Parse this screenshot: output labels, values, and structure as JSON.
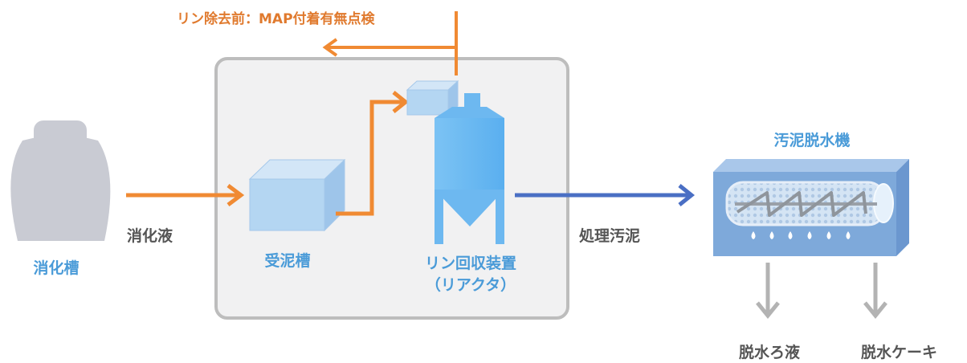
{
  "title": "",
  "nodes": {
    "digester": "消化槽",
    "receiving_tank": "受泥槽",
    "recovery_device": "リン回収装置",
    "recovery_device_sub": "（リアクタ）",
    "dewatering_machine": "汚泥脱水機"
  },
  "flows": {
    "digested_liquid": "消化液",
    "treated_sludge": "処理汚泥",
    "filtrate": "脱水ろ液",
    "cake": "脱水ケーキ"
  },
  "annotation": "リン除去前：MAP付着有無点検",
  "colors": {
    "flow_orange": "#F08A33",
    "flow_blue": "#4A6FC4",
    "flow_gray": "#B3B3B3",
    "text_blue": "#4A9BD8",
    "annotation_orange": "#E07A2E",
    "tank_gray": "#C9CBD3",
    "box_light_blue": "#B4D6F2",
    "reactor_blue": "#6DB8F0",
    "machine_blue": "#7EA9DA",
    "system_bg": "#F1F1F2",
    "system_border": "#BDBDBD"
  }
}
